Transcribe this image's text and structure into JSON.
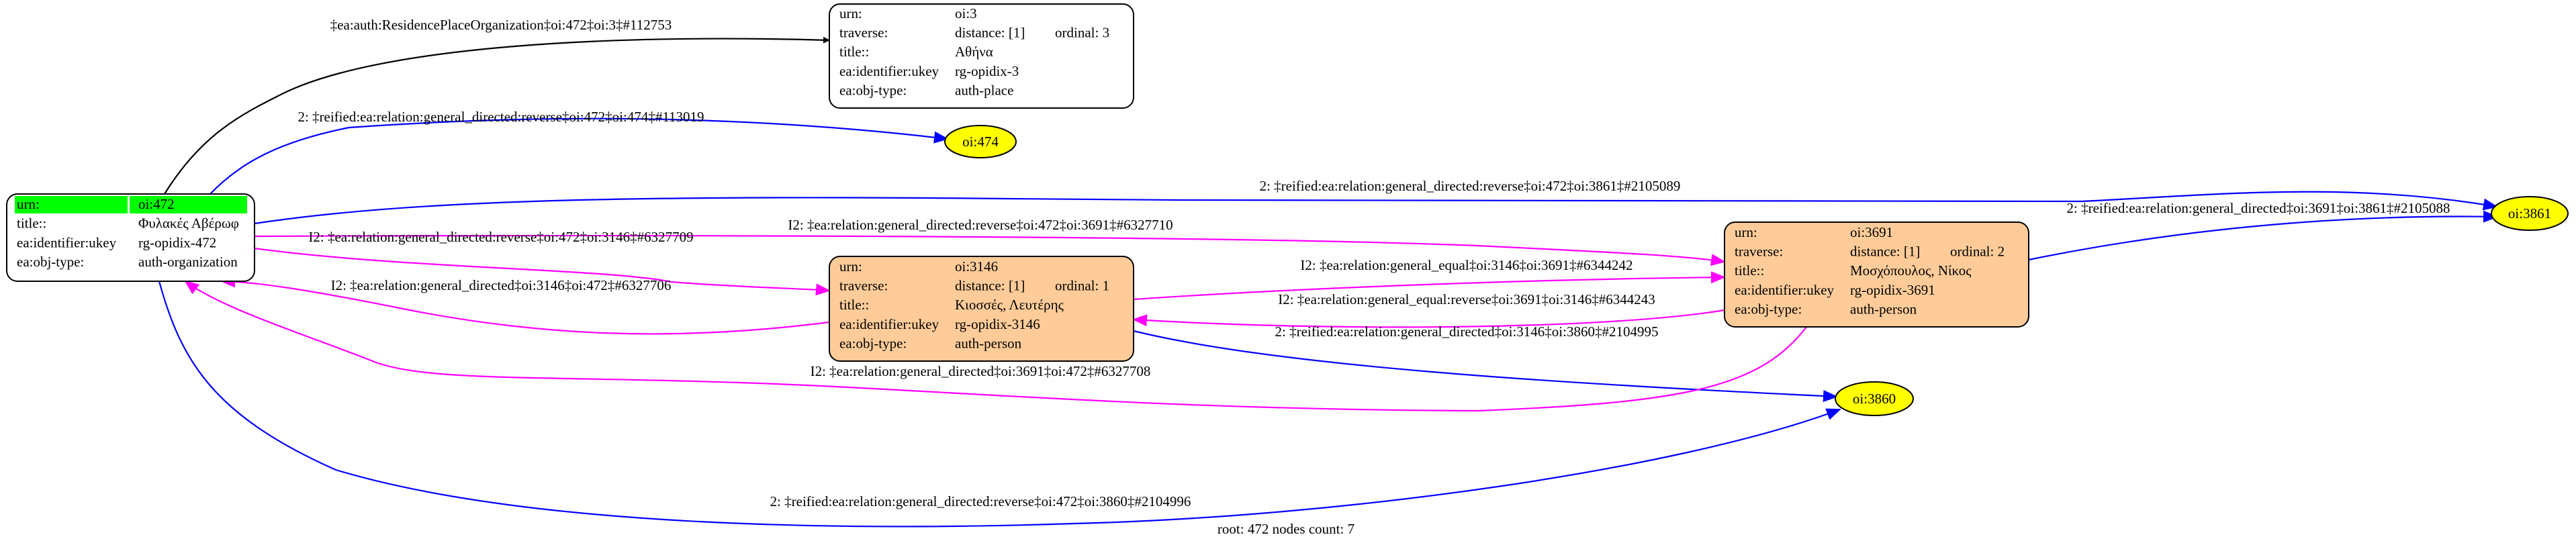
{
  "graph": {
    "footer": "root: 472 nodes count: 7",
    "colors": {
      "black": "#000000",
      "blue": "#0000ff",
      "magenta": "#ff00ff",
      "person_fill": "#ffcc99",
      "leaf_fill": "#ffff00",
      "root_highlight": "#00ff00"
    },
    "nodes": [
      {
        "id": "oi:472",
        "shape": "record",
        "fill": "#ffffff",
        "highlight_first_row": true,
        "rows": [
          [
            "urn:",
            "oi:472"
          ],
          [
            "title::",
            "Φυλακές Αβέρωφ"
          ],
          [
            "ea:identifier:ukey",
            "rg-opidix-472"
          ],
          [
            "ea:obj-type:",
            "auth-organization"
          ]
        ]
      },
      {
        "id": "oi:3",
        "shape": "record",
        "fill": "#ffffff",
        "rows": [
          [
            "urn:",
            "oi:3"
          ],
          [
            "traverse:",
            "distance: [1]",
            "ordinal: 3"
          ],
          [
            "title::",
            "Αθήνα"
          ],
          [
            "ea:identifier:ukey",
            "rg-opidix-3"
          ],
          [
            "ea:obj-type:",
            "auth-place"
          ]
        ]
      },
      {
        "id": "oi:3146",
        "shape": "record",
        "fill": "#ffcc99",
        "rows": [
          [
            "urn:",
            "oi:3146"
          ],
          [
            "traverse:",
            "distance: [1]",
            "ordinal: 1"
          ],
          [
            "title::",
            "Κιοσσές, Λευτέρης"
          ],
          [
            "ea:identifier:ukey",
            "rg-opidix-3146"
          ],
          [
            "ea:obj-type:",
            "auth-person"
          ]
        ]
      },
      {
        "id": "oi:3691",
        "shape": "record",
        "fill": "#ffcc99",
        "rows": [
          [
            "urn:",
            "oi:3691"
          ],
          [
            "traverse:",
            "distance: [1]",
            "ordinal: 2"
          ],
          [
            "title::",
            "Μοσχόπουλος, Νίκος"
          ],
          [
            "ea:identifier:ukey",
            "rg-opidix-3691"
          ],
          [
            "ea:obj-type:",
            "auth-person"
          ]
        ]
      },
      {
        "id": "oi:474",
        "shape": "ellipse",
        "fill": "#ffff00",
        "label": "oi:474"
      },
      {
        "id": "oi:3861",
        "shape": "ellipse",
        "fill": "#ffff00",
        "label": "oi:3861"
      },
      {
        "id": "oi:3860",
        "shape": "ellipse",
        "fill": "#ffff00",
        "label": "oi:3860"
      }
    ],
    "edges": [
      {
        "from": "oi:472",
        "to": "oi:3",
        "color": "black",
        "label": "‡ea:auth:ResidencePlaceOrganization‡oi:472‡oi:3‡#112753"
      },
      {
        "from": "oi:472",
        "to": "oi:474",
        "color": "blue",
        "label": "2: ‡reified:ea:relation:general_directed:reverse‡oi:472‡oi:474‡#113019"
      },
      {
        "from": "oi:472",
        "to": "oi:3861",
        "color": "blue",
        "label": "2: ‡reified:ea:relation:general_directed:reverse‡oi:472‡oi:3861‡#2105089"
      },
      {
        "from": "oi:3691",
        "to": "oi:3861",
        "color": "blue",
        "label": "2: ‡reified:ea:relation:general_directed‡oi:3691‡oi:3861‡#2105088"
      },
      {
        "from": "oi:472",
        "to": "oi:3691",
        "color": "magenta",
        "label": "I2: ‡ea:relation:general_directed:reverse‡oi:472‡oi:3691‡#6327710"
      },
      {
        "from": "oi:472",
        "to": "oi:3146",
        "color": "magenta",
        "label": "I2: ‡ea:relation:general_directed:reverse‡oi:472‡oi:3146‡#6327709"
      },
      {
        "from": "oi:3146",
        "to": "oi:472",
        "color": "magenta",
        "label": "I2: ‡ea:relation:general_directed‡oi:3146‡oi:472‡#6327706"
      },
      {
        "from": "oi:3146",
        "to": "oi:3691",
        "color": "magenta",
        "label": "I2: ‡ea:relation:general_equal‡oi:3146‡oi:3691‡#6344242"
      },
      {
        "from": "oi:3691",
        "to": "oi:3146",
        "color": "magenta",
        "label": "I2: ‡ea:relation:general_equal:reverse‡oi:3691‡oi:3146‡#6344243"
      },
      {
        "from": "oi:3146",
        "to": "oi:3860",
        "color": "blue",
        "label": "2: ‡reified:ea:relation:general_directed‡oi:3146‡oi:3860‡#2104995"
      },
      {
        "from": "oi:3691",
        "to": "oi:472",
        "color": "magenta",
        "label": "I2: ‡ea:relation:general_directed‡oi:3691‡oi:472‡#6327708"
      },
      {
        "from": "oi:472",
        "to": "oi:3860",
        "color": "blue",
        "label": "2: ‡reified:ea:relation:general_directed:reverse‡oi:472‡oi:3860‡#2104996"
      }
    ]
  }
}
